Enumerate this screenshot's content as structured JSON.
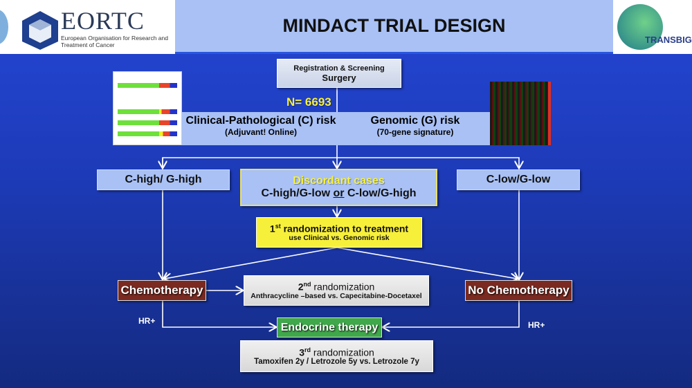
{
  "header": {
    "title": "MINDACT TRIAL DESIGN",
    "left_logo": {
      "name": "EORTC",
      "subtitle": "European Organisation for Research and Treatment of Cancer"
    },
    "right_logo": {
      "name": "TRANSBIG"
    }
  },
  "registration": {
    "line1": "Registration & Screening",
    "line2": "Surgery"
  },
  "n_count": "N= 6693",
  "risk": {
    "clinical_title": "Clinical-Pathological (C) risk",
    "clinical_sub": "(Adjuvant! Online)",
    "genomic_title": "Genomic (G) risk",
    "genomic_sub": "(70-gene signature)"
  },
  "groups": {
    "left": "C-high/ G-high",
    "discordant_title": "Discordant cases",
    "discordant_a": "C-high/G-low",
    "discordant_or": "or",
    "discordant_b": "C-low/G-high",
    "right": "C-low/G-low"
  },
  "rand1": {
    "prefix": "1",
    "sup": "st",
    "title": " randomization to treatment",
    "sub": "use Clinical vs. Genomic risk"
  },
  "chemo": "Chemotherapy",
  "no_chemo": "No Chemotherapy",
  "rand2": {
    "prefix": "2",
    "sup": "nd",
    "title": " randomization",
    "sub": "Anthracycline –based vs. Capecitabine-Docetaxel"
  },
  "hr_left": "HR+",
  "hr_right": "HR+",
  "endocrine": "Endocrine therapy",
  "rand3": {
    "prefix": "3",
    "sup": "rd",
    "title": " randomization",
    "sub": "Tamoxifen 2y / Letrozole 5y vs. Letrozole 7y"
  },
  "colors": {
    "yellow": "#f7f03a",
    "green": "#3fa84a",
    "red": "#7a2a20",
    "lightblue": "#a9c1f5"
  }
}
